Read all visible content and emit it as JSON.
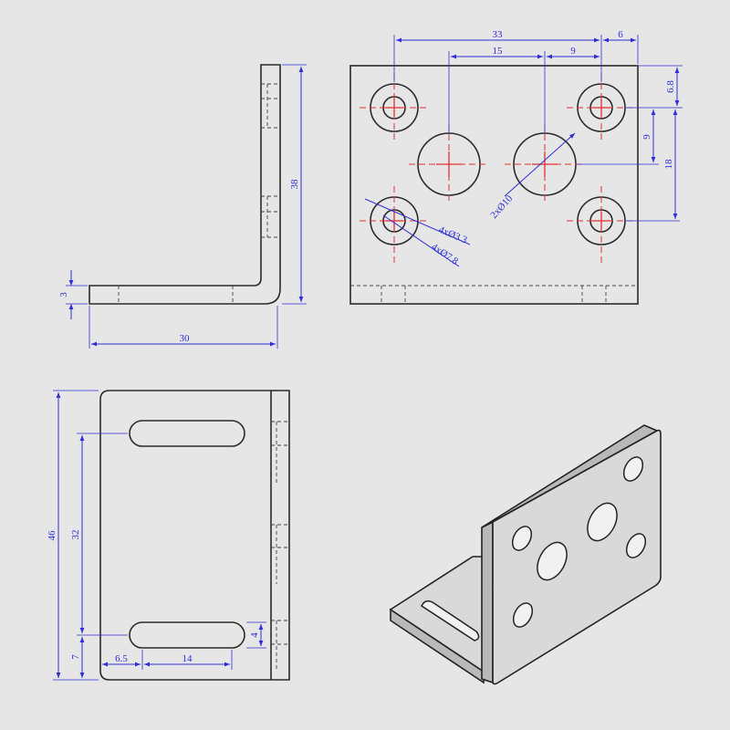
{
  "views": {
    "side": {
      "dims": {
        "height": "38",
        "thickness": "3",
        "length": "30"
      }
    },
    "front": {
      "dims": {
        "hole_spacing_x": "33",
        "edge_right": "6",
        "big_hole_offset": "15",
        "big_hole_spacing": "9",
        "edge_top": "6.8",
        "big_hole_from_top": "9",
        "small_hole_spacing_y": "18",
        "callout_small_hole": "4xØ3.3",
        "callout_counterbore": "4xØ7.8",
        "callout_big_hole": "2xØ10"
      }
    },
    "top": {
      "dims": {
        "overall": "46",
        "slot_spacing": "32",
        "slot_from_bottom": "7",
        "slot_x_offset": "6.5",
        "slot_length": "14",
        "slot_width": "4"
      }
    }
  },
  "colors": {
    "background": "#e6e6e6",
    "outline": "#2a2a2a",
    "dimension": "#2e2ed6",
    "centerline": "#e23030"
  }
}
